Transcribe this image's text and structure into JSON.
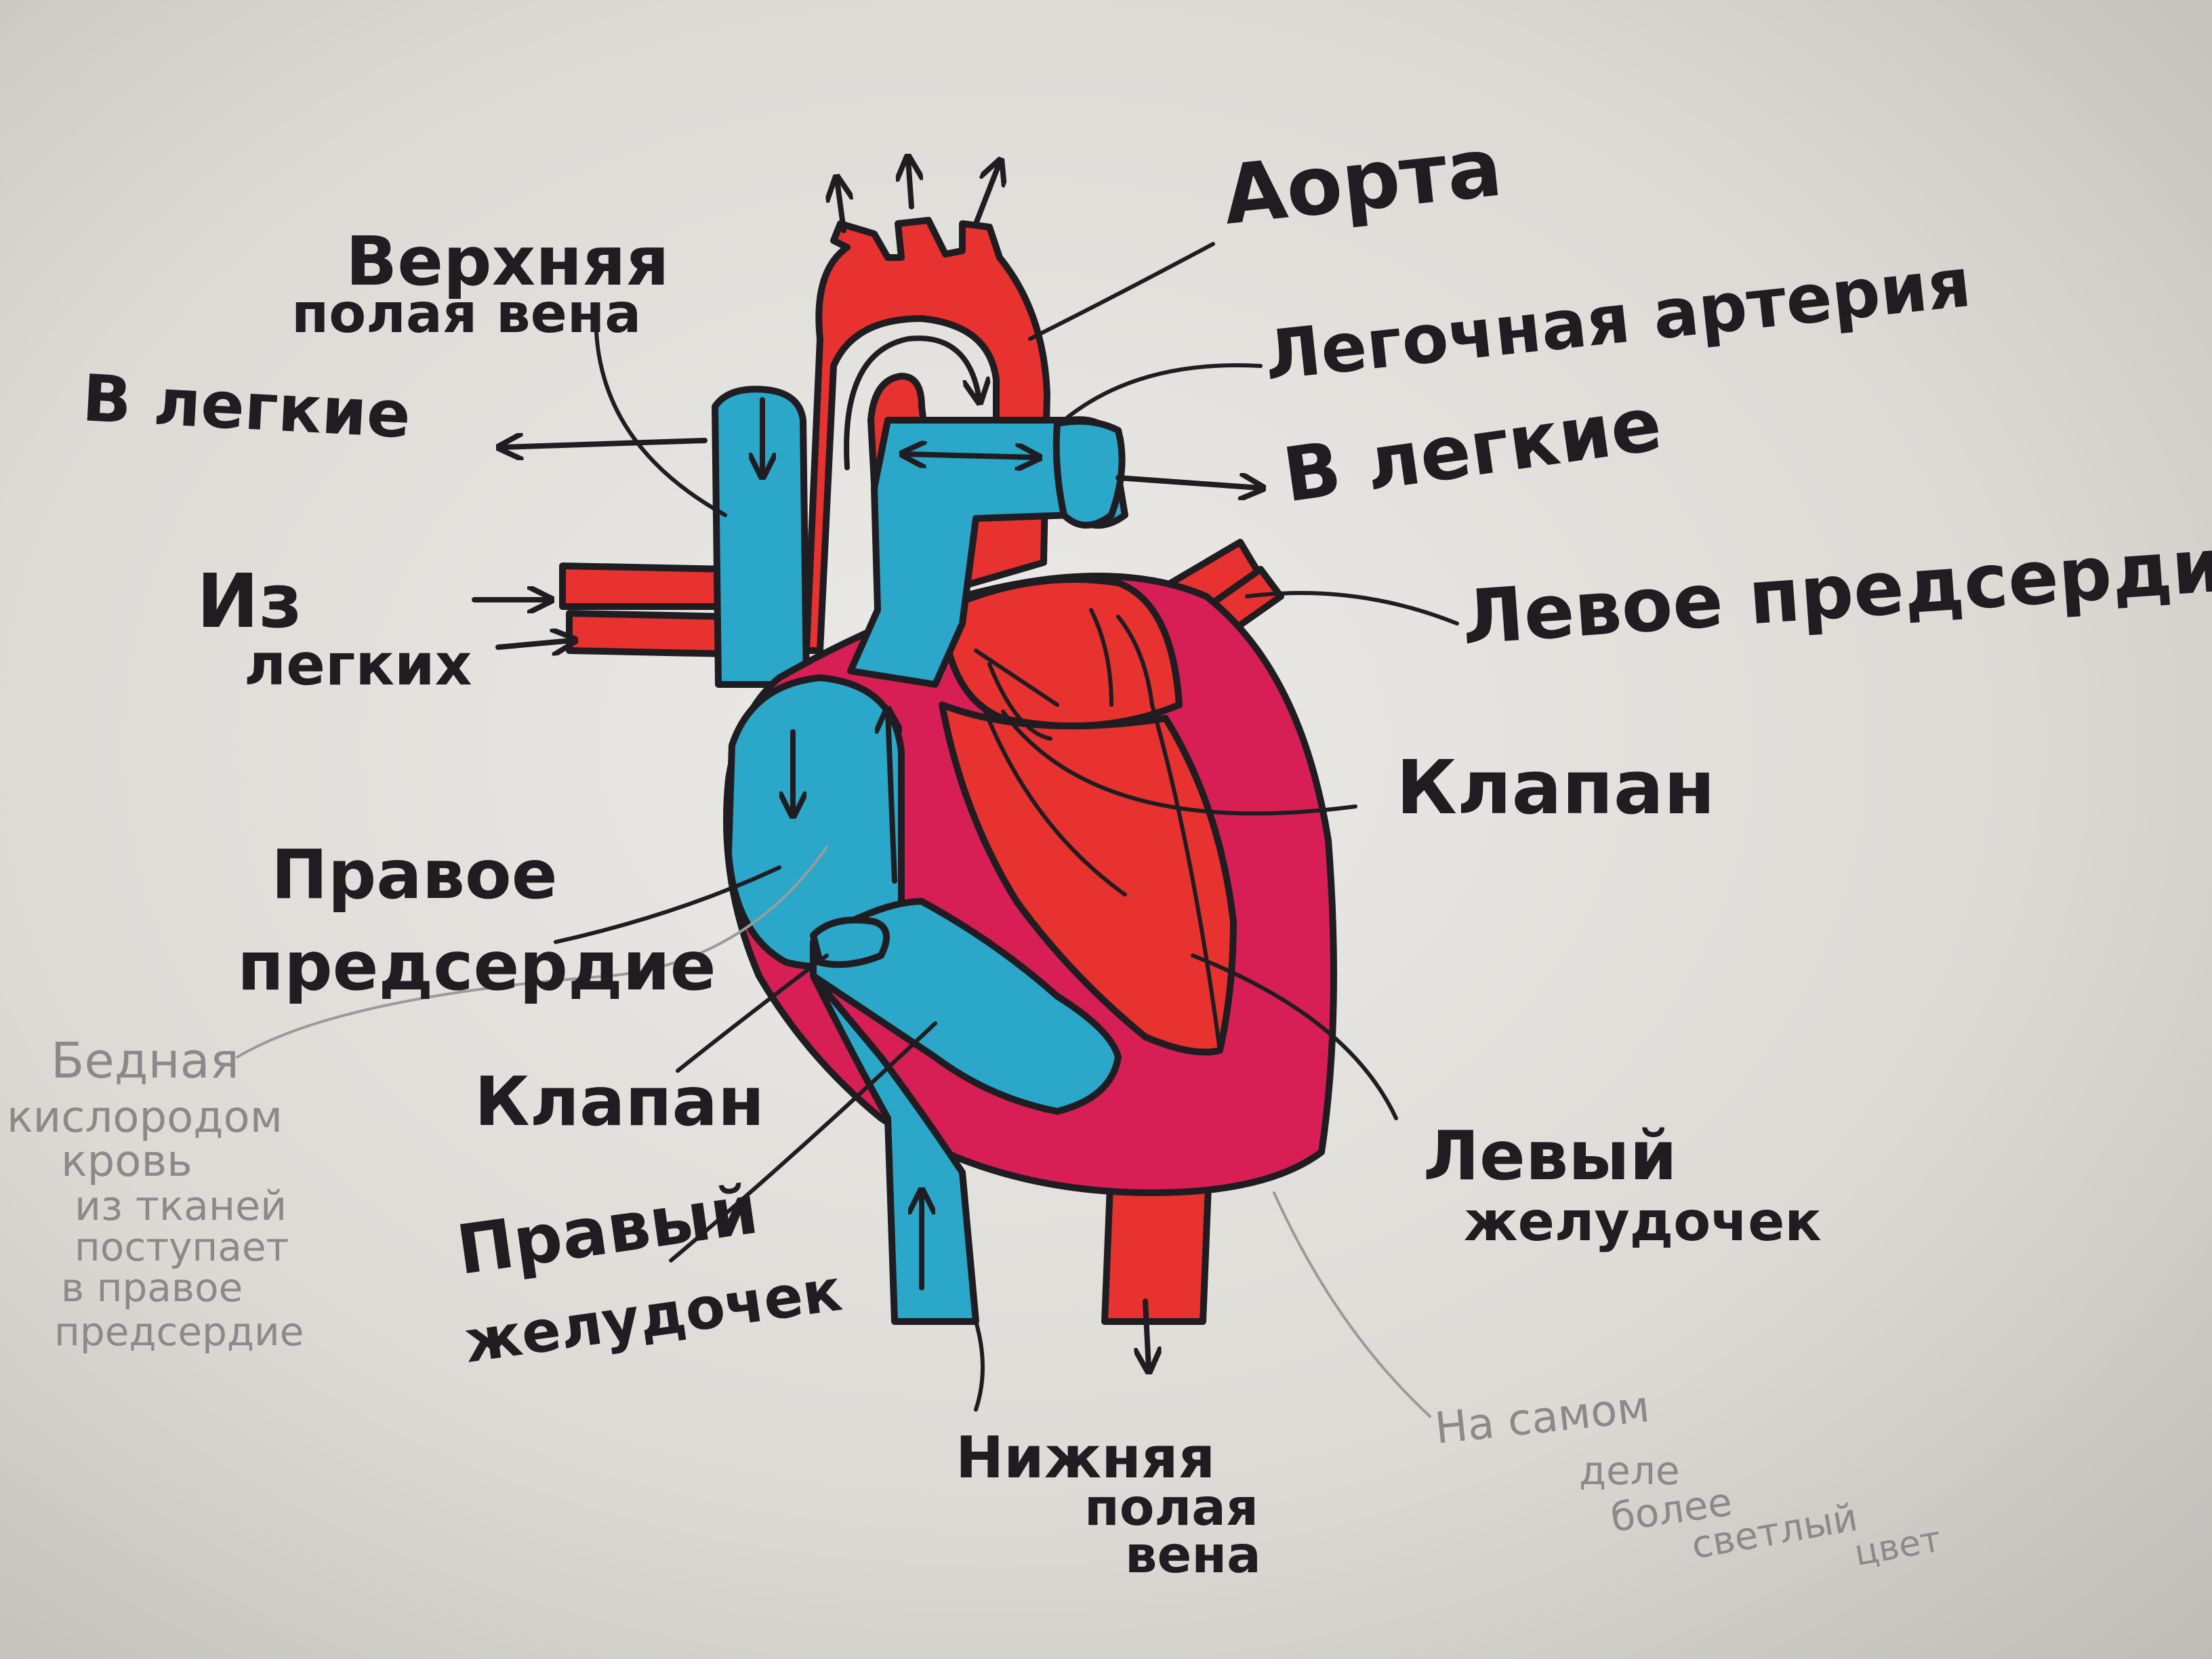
{
  "colors": {
    "oxygen_rich": "#e8322f",
    "oxygen_poor": "#2aa7c9",
    "muscle": "#d81f55",
    "ink": "#1f1d22",
    "pencil": "#8a8a8a"
  },
  "labels": {
    "aorta": "Аорта",
    "svc_line1": "Верхняя",
    "svc_line2": "полая вена",
    "to_lungs_left": "В легкие",
    "pulmonary_artery": "Легочная артерия",
    "to_lungs_right": "В легкие",
    "from_lungs_line1": "Из",
    "from_lungs_line2": "легких",
    "left_atrium": "Левое предсердие",
    "valve_right": "Клапан",
    "right_atrium_line1": "Правое",
    "right_atrium_line2": "предсердие",
    "valve_left": "Клапан",
    "right_ventricle_line1": "Правый",
    "right_ventricle_line2": "желудочек",
    "left_ventricle_line1": "Левый",
    "left_ventricle_line2": "желудочек",
    "ivc_line1": "Нижняя",
    "ivc_line2": "полая",
    "ivc_line3": "вена"
  },
  "notes": {
    "poor_blood": [
      "Бедная",
      "кислородом",
      "кровь",
      "из тканей",
      "поступает",
      "в правое",
      "предсердие"
    ],
    "real_color": [
      "На самом",
      "деле",
      "более",
      "светлый",
      "цвет"
    ]
  }
}
